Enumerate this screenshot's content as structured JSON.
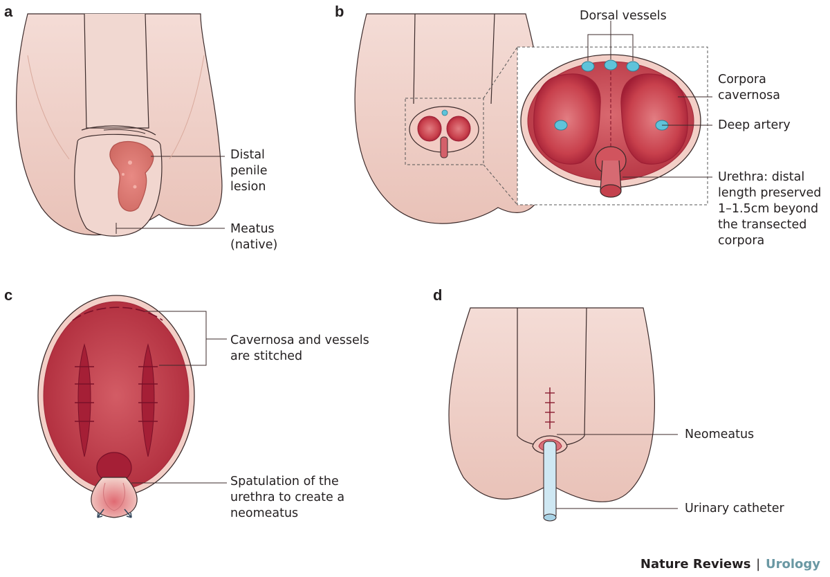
{
  "panels": {
    "a": {
      "letter": "a",
      "labels": {
        "lesion": [
          "Distal",
          "penile",
          "lesion"
        ],
        "meatus": [
          "Meatus",
          "(native)"
        ]
      }
    },
    "b": {
      "letter": "b",
      "labels": {
        "dorsal": [
          "Dorsal vessels"
        ],
        "corpora": [
          "Corpora",
          "cavernosa"
        ],
        "artery": [
          "Deep artery"
        ],
        "urethra": [
          "Urethra: distal",
          "length preserved",
          "1–1.5cm beyond",
          "the transected",
          "corpora"
        ]
      }
    },
    "c": {
      "letter": "c",
      "labels": {
        "stitched": [
          "Cavernosa and vessels",
          "are stitched"
        ],
        "spatulation": [
          "Spatulation of the",
          "urethra to create a",
          "neomeatus"
        ]
      }
    },
    "d": {
      "letter": "d",
      "labels": {
        "neomeatus": [
          "Neomeatus"
        ],
        "catheter": [
          "Urinary catheter"
        ]
      }
    }
  },
  "credit": {
    "journal": "Nature Reviews",
    "separator": "|",
    "field": "Urology"
  },
  "colors": {
    "skin": "#f0d5cf",
    "skin_shadow": "#e3b8ad",
    "outline": "#3b2a2a",
    "tissue": "#c0424d",
    "tissue_dark": "#9e1f34",
    "tissue_light": "#e8868a",
    "vessel": "#5fc3da",
    "catheter": "#cfe8f3",
    "accent": "#6a98a3"
  }
}
